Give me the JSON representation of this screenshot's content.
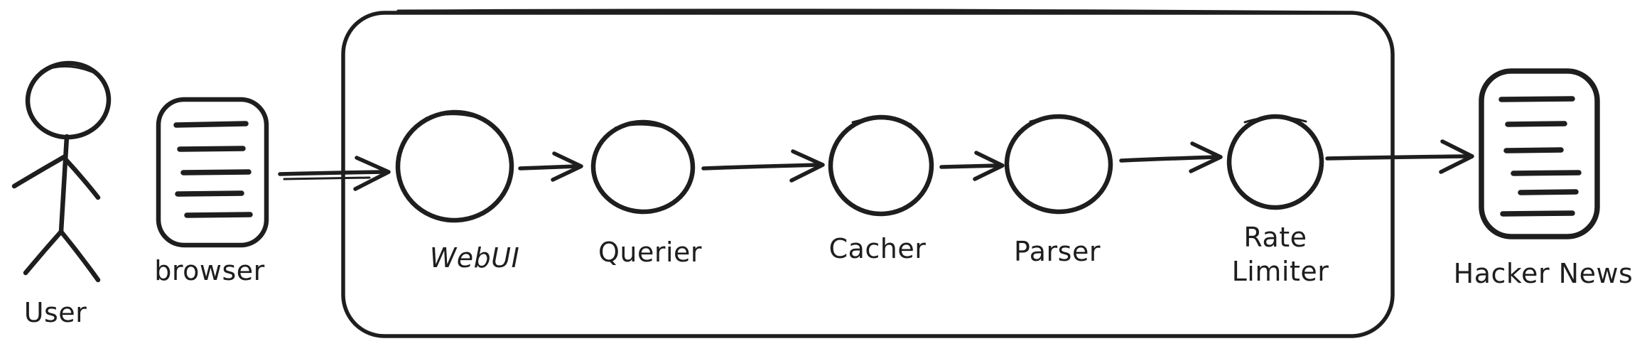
{
  "diagram": {
    "colors": {
      "stroke": "#1e1e1e",
      "background": "#ffffff"
    },
    "actors": {
      "user": {
        "label": "User",
        "icon": "stick-figure-icon"
      },
      "browser": {
        "label": "browser",
        "icon": "document-icon"
      },
      "hacker_news": {
        "label": "Hacker News",
        "icon": "document-icon"
      }
    },
    "pipeline": [
      {
        "label": "WebUI"
      },
      {
        "label": "Querier"
      },
      {
        "label": "Cacher"
      },
      {
        "label": "Parser"
      },
      {
        "label": "Rate Limiter",
        "label_lines": [
          "Rate",
          "Limiter"
        ]
      }
    ],
    "edges": [
      {
        "from": "browser",
        "to": "WebUI"
      },
      {
        "from": "WebUI",
        "to": "Querier"
      },
      {
        "from": "Querier",
        "to": "Cacher"
      },
      {
        "from": "Cacher",
        "to": "Parser"
      },
      {
        "from": "Parser",
        "to": "Rate Limiter"
      },
      {
        "from": "Rate Limiter",
        "to": "Hacker News"
      }
    ]
  }
}
